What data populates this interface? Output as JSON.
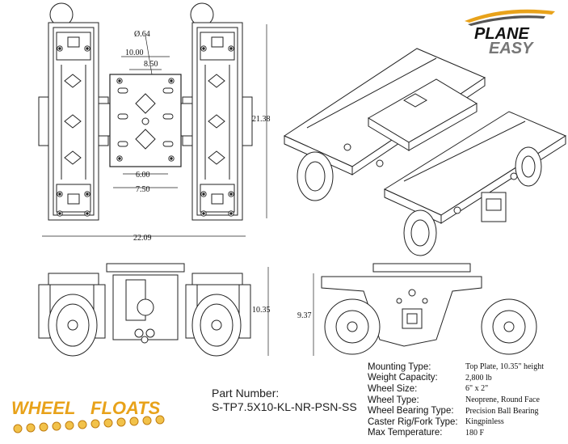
{
  "brand_top": {
    "line1": "PLANE",
    "line2": "EASY",
    "accent": "#e8a21a"
  },
  "brand_bottom": {
    "word1": "WHEEL",
    "word2": "FLOATS",
    "accent": "#e8a21a",
    "text_color": "#2a2a2a"
  },
  "part": {
    "label": "Part Number:",
    "value": "S-TP7.5X10-KL-NR-PSN-SS"
  },
  "specs": [
    {
      "key": "Mounting Type:",
      "value": "Top Plate, 10.35\" height"
    },
    {
      "key": "Weight Capacity:",
      "value": "2,800 lb"
    },
    {
      "key": "Wheel Size:",
      "value": "6\" x 2\""
    },
    {
      "key": "Wheel Type:",
      "value": "Neoprene, Round Face"
    },
    {
      "key": "Wheel Bearing Type:",
      "value": "Precision Ball Bearing"
    },
    {
      "key": "Caster Rig/Fork Type:",
      "value": "Kingpinless"
    },
    {
      "key": "Max Temperature:",
      "value": "180 F"
    }
  ],
  "dimensions": {
    "hole_dia": "Ø.64",
    "plate_w1": "10.00",
    "plate_w2": "8.50",
    "hole_sp1": "6.00",
    "hole_sp2": "7.50",
    "overall_h": "21.38",
    "overall_w": "22.09",
    "front_h": "10.35",
    "side_h": "9.37"
  }
}
